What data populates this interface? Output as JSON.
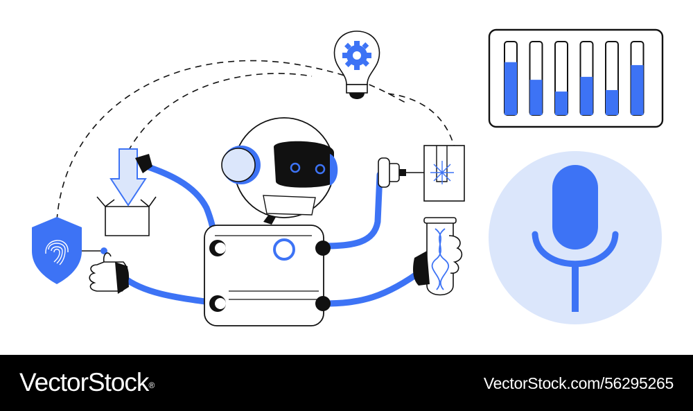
{
  "colors": {
    "accent": "#3d73f5",
    "accent_light": "#dbe6fb",
    "outline": "#111111",
    "background": "#ffffff",
    "footer_bg": "#000000",
    "footer_text": "#ffffff"
  },
  "illustration": {
    "icons": [
      "shield-fingerprint-icon",
      "download-box-icon",
      "lightbulb-gear-icon",
      "robot-icon",
      "laser-emitter-icon",
      "dna-test-tube-icon",
      "equalizer-sliders-icon",
      "microphone-icon"
    ],
    "equalizer_levels": [
      0.72,
      0.48,
      0.32,
      0.52,
      0.34,
      0.68
    ]
  },
  "footer": {
    "brand": "VectorStock",
    "registered_mark": "®",
    "image_id": "VectorStock.com/56295265"
  }
}
